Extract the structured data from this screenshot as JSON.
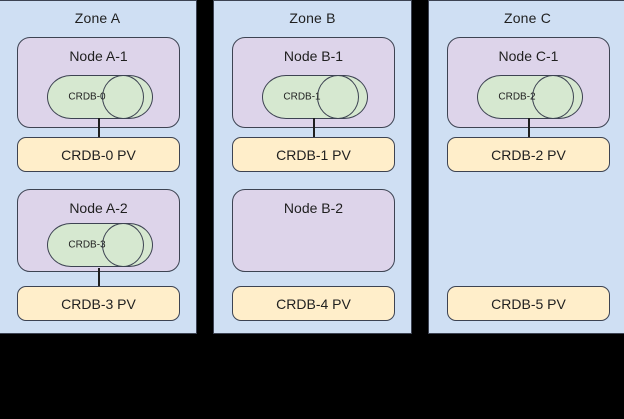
{
  "diagram": {
    "title": "CockroachDB multi-zone node and persistent volume topology",
    "colors": {
      "background": "#000000",
      "zone_fill": "#cfdff3",
      "node_fill": "#ddd4ea",
      "pod_fill": "#d6e8d0",
      "pv_fill": "#ffeeca",
      "stroke": "#3d4352",
      "text": "#1f1f1f"
    }
  },
  "zones": [
    {
      "id": "zone-a",
      "label": "Zone A",
      "rows": [
        {
          "node": {
            "label": "Node A-1",
            "empty": false
          },
          "pod": {
            "label": "CRDB-0"
          },
          "pv": {
            "label": "CRDB-0 PV"
          },
          "connected": true
        },
        {
          "node": {
            "label": "Node A-2",
            "empty": false
          },
          "pod": {
            "label": "CRDB-3"
          },
          "pv": {
            "label": "CRDB-3 PV"
          },
          "connected": true
        }
      ]
    },
    {
      "id": "zone-b",
      "label": "Zone B",
      "rows": [
        {
          "node": {
            "label": "Node B-1",
            "empty": false
          },
          "pod": {
            "label": "CRDB-1"
          },
          "pv": {
            "label": "CRDB-1 PV"
          },
          "connected": true
        },
        {
          "node": {
            "label": "Node B-2",
            "empty": true
          },
          "pod": null,
          "pv": {
            "label": "CRDB-4 PV"
          },
          "connected": false
        }
      ]
    },
    {
      "id": "zone-c",
      "label": "Zone C",
      "rows": [
        {
          "node": {
            "label": "Node C-1",
            "empty": false
          },
          "pod": {
            "label": "CRDB-2"
          },
          "pv": {
            "label": "CRDB-2 PV"
          },
          "connected": true
        },
        {
          "node": null,
          "pod": null,
          "pv": {
            "label": "CRDB-5 PV"
          },
          "connected": false
        }
      ]
    }
  ]
}
